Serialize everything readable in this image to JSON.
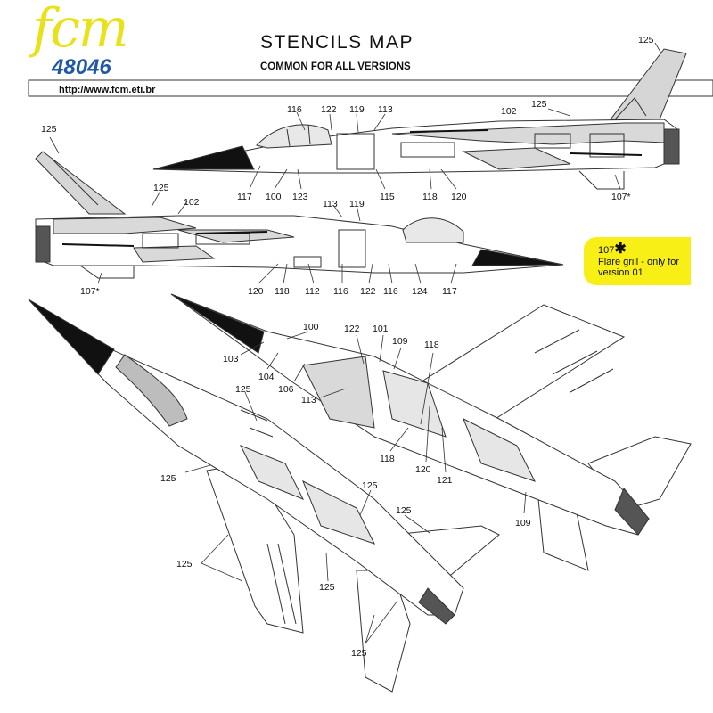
{
  "header": {
    "brand": "fcm",
    "catalog_number": "48046",
    "title": "STENCILS  MAP",
    "subtitle": "COMMON FOR ALL VERSIONS",
    "url": "http://www.fcm.eti.br"
  },
  "note": {
    "star_label": "107",
    "star_glyph": "✱",
    "text": "Flare grill - only for version 01"
  },
  "colors": {
    "brand_yellow": "#e9e21a",
    "brand_blue": "#1f58a4",
    "note_yellow": "#f7ef16",
    "line": "#333333",
    "camo_grey": "#cfcfcf"
  },
  "callouts": {
    "side_top": [
      "125",
      "102",
      "125",
      "116",
      "122",
      "119",
      "113",
      "117",
      "100",
      "123",
      "115",
      "118",
      "120",
      "107*"
    ],
    "side_bottom": [
      "125",
      "125",
      "102",
      "113",
      "119",
      "120",
      "118",
      "112",
      "116",
      "122",
      "116",
      "124",
      "117",
      "107*"
    ],
    "top_view": [
      "100",
      "103",
      "104",
      "106",
      "122",
      "101",
      "109",
      "118",
      "113",
      "118",
      "120",
      "121",
      "109"
    ],
    "bottom_view": [
      "125",
      "125",
      "125",
      "125",
      "125",
      "125",
      "125"
    ]
  }
}
